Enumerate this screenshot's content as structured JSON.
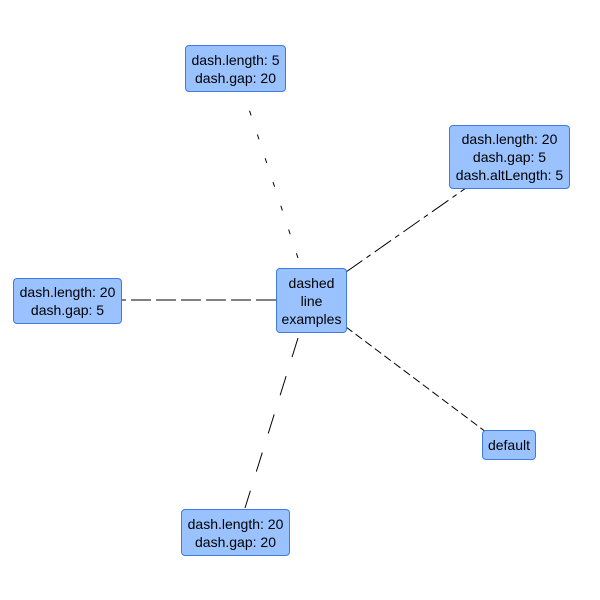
{
  "diagram": {
    "colors": {
      "node_fill": "#99c2ff",
      "node_border": "#3d7be0",
      "edge_stroke": "#000000",
      "text": "#000000",
      "background": "#ffffff"
    },
    "nodes": {
      "center": {
        "lines": [
          "dashed",
          "line",
          "examples"
        ]
      },
      "top": {
        "lines": [
          "dash.length: 5",
          "dash.gap: 20"
        ]
      },
      "top_right": {
        "lines": [
          "dash.length: 20",
          "dash.gap: 5",
          "dash.altLength: 5"
        ]
      },
      "left": {
        "lines": [
          "dash.length: 20",
          "dash.gap: 5"
        ]
      },
      "bottom": {
        "lines": [
          "dash.length: 20",
          "dash.gap: 20"
        ]
      },
      "right": {
        "lines": [
          "default"
        ]
      }
    },
    "edges": [
      {
        "from": "center",
        "to": "top",
        "dash": [
          5,
          20
        ]
      },
      {
        "from": "center",
        "to": "top_right",
        "dash": [
          20,
          5,
          5,
          5
        ]
      },
      {
        "from": "center",
        "to": "left",
        "dash": [
          20,
          5
        ]
      },
      {
        "from": "center",
        "to": "bottom",
        "dash": [
          20,
          20
        ]
      },
      {
        "from": "center",
        "to": "right",
        "dash": [
          8,
          4
        ]
      }
    ]
  }
}
